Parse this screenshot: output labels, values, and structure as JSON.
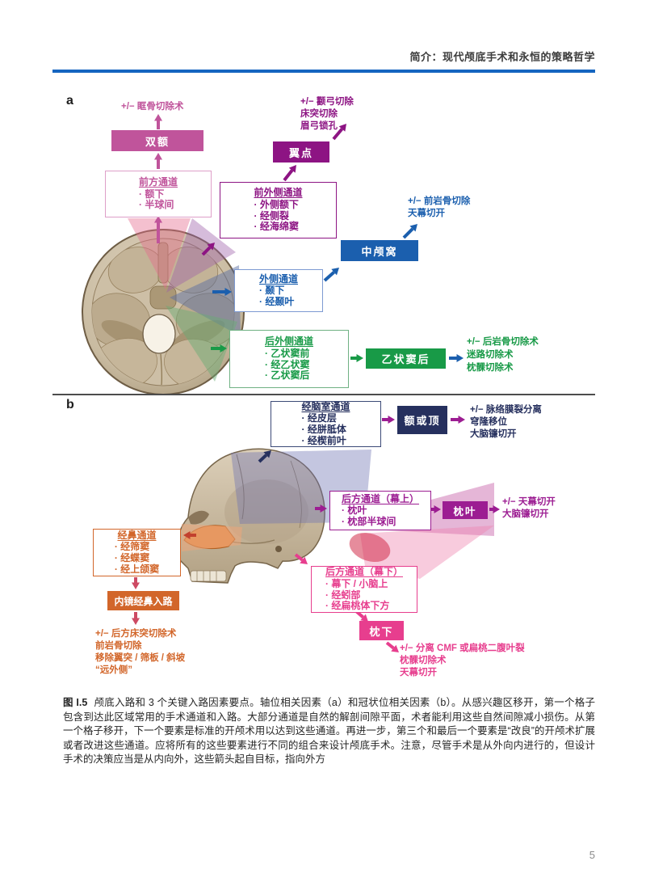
{
  "page": {
    "header": "简介：现代颅底手术和永恒的策略哲学",
    "page_number": "5"
  },
  "caption": {
    "label": "图 I.5",
    "text": "颅底入路和 3 个关键入路因素要点。轴位相关因素（a）和冠状位相关因素（b）。从感兴趣区移开，第一个格子包含到达此区域常用的手术通道和入路。大部分通道是自然的解剖间隙平面，术者能利用这些自然间隙减小损伤。从第一个格子移开，下一个要素是标准的开颅术用以达到这些通道。再进一步，第三个和最后一个要素是“改良”的开颅术扩展或者改进这些通道。应将所有的这些要素进行不同的组合来设计颅底手术。注意，尽管手术是从外向内进行的，但设计手术的决策应当是从内向外，这些箭头起自目标，指向外方"
  },
  "panel_a": {
    "label": "a",
    "anterior": {
      "channel_title": "前方通道",
      "items": [
        "· 额下",
        "· 半球间"
      ],
      "craniotomy": "双额",
      "modifiers": [
        "+/− 眶骨切除术"
      ]
    },
    "anterolateral": {
      "channel_title": "前外侧通道",
      "items": [
        "· 外侧额下",
        "· 经侧裂",
        "· 经海绵窦"
      ],
      "craniotomy": "翼点",
      "modifiers": [
        "+/− 颧弓切除",
        "床突切除",
        "眉弓锁孔"
      ]
    },
    "lateral": {
      "channel_title": "外侧通道",
      "items": [
        "· 颞下",
        "· 经颞叶"
      ],
      "craniotomy": "中颅窝",
      "modifiers": [
        "+/− 前岩骨切除",
        "天幕切开"
      ]
    },
    "posterolateral": {
      "channel_title": "后外侧通道",
      "items": [
        "· 乙状窦前",
        "· 经乙状窦",
        "· 乙状窦后"
      ],
      "craniotomy": "乙状窦后",
      "modifiers": [
        "+/− 后岩骨切除术",
        "迷路切除术",
        "枕髁切除术"
      ]
    }
  },
  "panel_b": {
    "label": "b",
    "transventricular": {
      "channel_title": "经脑室通道",
      "items": [
        "· 经皮层",
        "· 经胼胝体",
        "· 经楔前叶"
      ],
      "craniotomy": "额或顶",
      "modifiers": [
        "+/− 脉络膜裂分离",
        "穹隆移位",
        "大脑镰切开"
      ]
    },
    "posterior_supratentorial": {
      "channel_title": "后方通道（幕上）",
      "items": [
        "· 枕叶",
        "· 枕部半球间"
      ],
      "craniotomy": "枕叶",
      "modifiers": [
        "+/− 天幕切开",
        "大脑镰切开"
      ]
    },
    "transnasal": {
      "channel_title": "经鼻通道",
      "items": [
        "· 经筛窦",
        "· 经蝶窦",
        "· 经上颌窦"
      ],
      "craniotomy": "内镜经鼻入路",
      "modifiers": [
        "+/− 后方床突切除术",
        "前岩骨切除",
        "移除翼突 / 筛板 / 斜坡",
        "“远外侧”"
      ]
    },
    "posterior_infratentorial": {
      "channel_title": "后方通道（幕下）",
      "items": [
        "· 幕下 / 小脑上",
        "· 经蚓部",
        "· 经扁桃体下方"
      ],
      "craniotomy": "枕下",
      "modifiers": [
        "+/− 分离 CMF 或扁桃二腹叶裂",
        "枕髁切除术",
        "天幕切开"
      ]
    }
  },
  "colors": {
    "anterior": "#c0549b",
    "anterolateral": "#8d1483",
    "lateral": "#1b5fae",
    "posterolateral": "#189a47",
    "transventricular": "#26305e",
    "supratentorial": "#9c1d92",
    "transnasal": "#d2662a",
    "transnasal_arrow": "#c2402e",
    "transnasal_down": "#cd4a63",
    "infratentorial": "#e73e8e",
    "header_rule": "#1565c0"
  }
}
